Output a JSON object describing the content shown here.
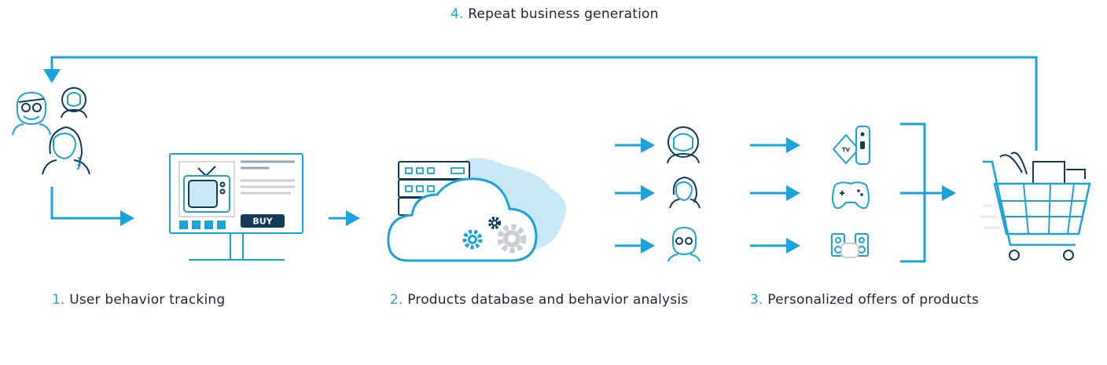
{
  "steps": [
    {
      "num": "1.",
      "text": "User behavior tracking"
    },
    {
      "num": "2.",
      "text": "Products database and behavior analysis"
    },
    {
      "num": "3.",
      "text": "Personalized offers of products"
    },
    {
      "num": "4.",
      "text": "Repeat business generation"
    }
  ],
  "monitor": {
    "buy_label": "BUY"
  },
  "offers": {
    "tv_box_label": "TV"
  },
  "colors": {
    "accent": "#1aa3dc",
    "dark": "#123a5a",
    "cloud_light": "#c8e8f5",
    "gear_gray": "#c9d0d4",
    "text": "#1e2a33"
  },
  "icons": {
    "users": [
      "man-with-glasses-icon",
      "astronaut-icon",
      "woman-icon"
    ],
    "segments": [
      "astronaut-icon",
      "woman-icon",
      "man-with-glasses-icon"
    ],
    "products": [
      "tv-box-remote-icon",
      "gamepad-icon",
      "speakers-icon"
    ],
    "target": "shopping-cart-icon"
  }
}
